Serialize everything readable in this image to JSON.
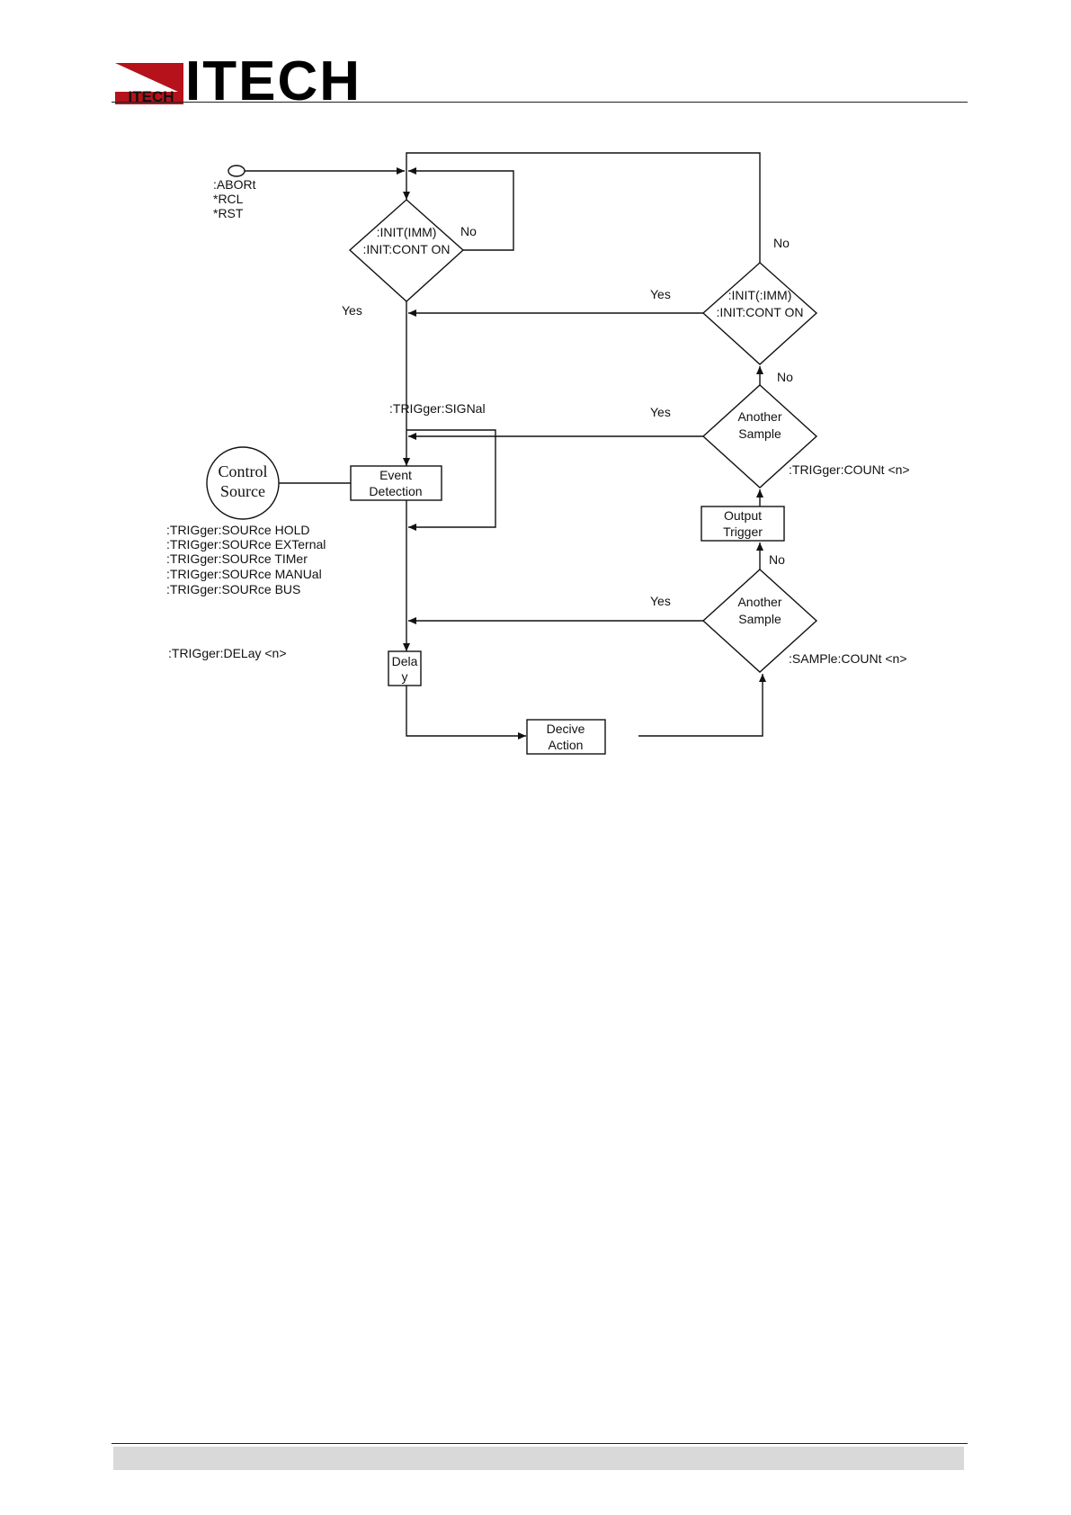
{
  "header": {
    "brand": "ITECH",
    "badge_text": "ITECH",
    "brand_color": "#b5121b"
  },
  "diagram": {
    "start_commands": [
      ":ABORt",
      "*RCL",
      "*RST"
    ],
    "decision_init_top": [
      ":INIT(IMM)",
      ":INIT:CONT ON"
    ],
    "decision_init_right": [
      ":INIT(:IMM)",
      ":INIT:CONT ON"
    ],
    "decision_another_trigger": [
      "Another",
      "Sample"
    ],
    "decision_another_sample": [
      "Another",
      "Sample"
    ],
    "event_detection": [
      "Event",
      "Detection"
    ],
    "output_trigger": [
      "Output",
      "Trigger"
    ],
    "delay_box": [
      "Dela",
      "y"
    ],
    "device_action": [
      "Decive",
      "Action"
    ],
    "control_source": [
      "Control",
      "Source"
    ],
    "trigger_signal_label": ":TRIGger:SIGNal",
    "trigger_count_label": ":TRIGger:COUNt <n>",
    "sample_count_label": ":SAMPle:COUNt <n>",
    "trigger_delay_label": ":TRIGger:DELay <n>",
    "source_commands": [
      ":TRIGger:SOURce HOLD",
      ":TRIGger:SOURce EXTernal",
      ":TRIGger:SOURce TIMer",
      ":TRIGger:SOURce MANUal",
      ":TRIGger:SOURce BUS"
    ],
    "yes": "Yes",
    "no": "No"
  }
}
